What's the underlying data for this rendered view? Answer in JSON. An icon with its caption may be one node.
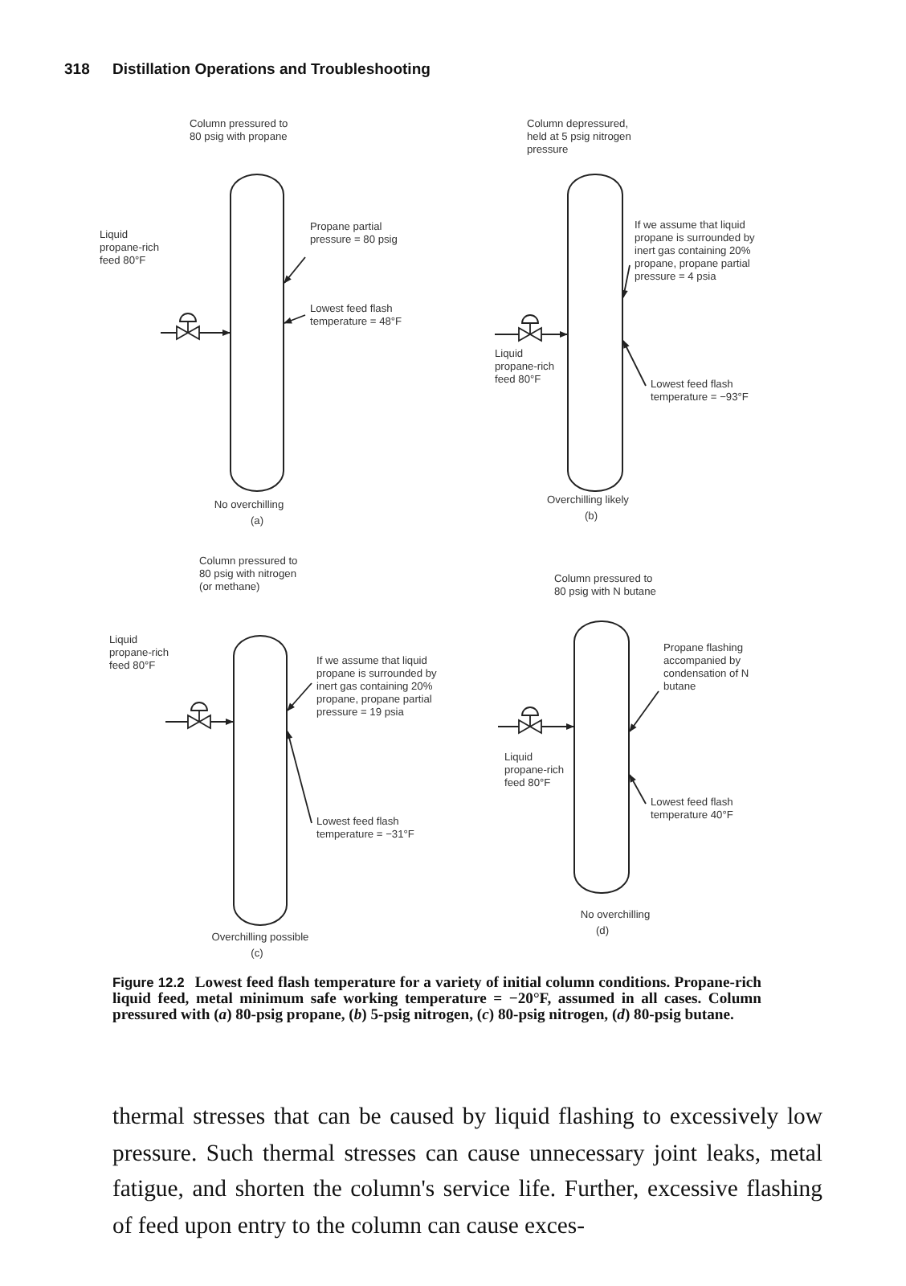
{
  "diagram": {
    "caption": "**Figure 12.2** Lowest feed flash temperature for a variety of initial column conditions. Propane-rich liquid feed, metal minimum safe working temperature = −20°F, assumed in all cases. Column pressured with (*a*) 80-psig propane, (*b*) 5-psig nitrogen, (*c*) 80-psig nitrogen, (*d*) 80-psig butane.",
    "nodes": [
      {
        "text": [],
        "shape": "cylinder",
        "beside": [
          "Column pressured to 80 psig with propane",
          "No overchilling"
        ]
      },
      {
        "text": [
          "Propane partial pressure = 80 psig"
        ]
      },
      {
        "text": [
          "Lowest feed flash temperature = 48°F"
        ]
      },
      {
        "text": [],
        "shape": "cylinder",
        "beside": [
          "Column depressured, held at 5 psig nitrogen pressure",
          "Liquid propane-rich feed 80°F",
          "Overchilling likely"
        ]
      },
      {
        "text": [
          "If we assume that liquid propane is surrounded by inert gas containing 20% propane, propane partial pressure = 4 psia"
        ]
      },
      {
        "text": [
          "Lowest feed flash temperature = −93°F"
        ]
      },
      {
        "text": [],
        "shape": "cylinder",
        "beside": [
          "Overchilling possible"
        ]
      },
      {
        "text": [
          "If we assume that liquid propane is surrounded by inert gas containing 20% propane, propane partial pressure = 19 psia"
        ]
      },
      {
        "text": [
          "Lowest feed flash temperature = −31°F"
        ]
      },
      {
        "text": [],
        "shape": "cylinder",
        "beside": [
          "Column pressured to 80 psig with N butane",
          "Liquid propane-rich feed 80°F",
          "No overchilling"
        ]
      },
      {
        "text": [
          "Propane flashing accompanied by condensation of N butane"
        ]
      },
      {
        "text": [
          "Lowest feed flash temperature 40°F"
        ]
      }
    ],
    "edges": [
      {
        "from": null,
        "to": 0,
        "arrow": "to"
      },
      {
        "from": 1,
        "to": 0,
        "arrow": "to"
      },
      {
        "from": 2,
        "to": 0,
        "arrow": "to"
      },
      {
        "from": null,
        "to": 3,
        "arrow": "to"
      },
      {
        "from": 4,
        "to": 3,
        "arrow": "to"
      },
      {
        "from": 5,
        "to": 3,
        "arrow": "to"
      },
      {
        "from": null,
        "to": 6,
        "arrow": "to"
      },
      {
        "from": 7,
        "to": 6,
        "arrow": "to"
      },
      {
        "from": 8,
        "to": 6,
        "arrow": "to"
      },
      {
        "from": null,
        "to": 9,
        "arrow": "to"
      },
      {
        "from": 10,
        "to": 9,
        "arrow": "to"
      },
      {
        "from": 11,
        "to": 9,
        "arrow": "to"
      }
    ],
    "labels": [
      "318",
      "Distillation Operations and Troubleshooting",
      "Liquid propane-rich feed 80°F",
      "(a)",
      "(b)",
      "Column pressured to 80 psig with nitrogen (or methane)",
      "Liquid propane-rich feed 80°F",
      "(c)",
      "(d)",
      "thermal stresses that can be caused by liquid flashing to excessively low pressure. Such thermal stresses can cause unnecessary joint leaks, metal fatigue, and shorten the column's service life. Further, excessive flashing of feed upon entry to the column can cause exces-"
    ]
  }
}
